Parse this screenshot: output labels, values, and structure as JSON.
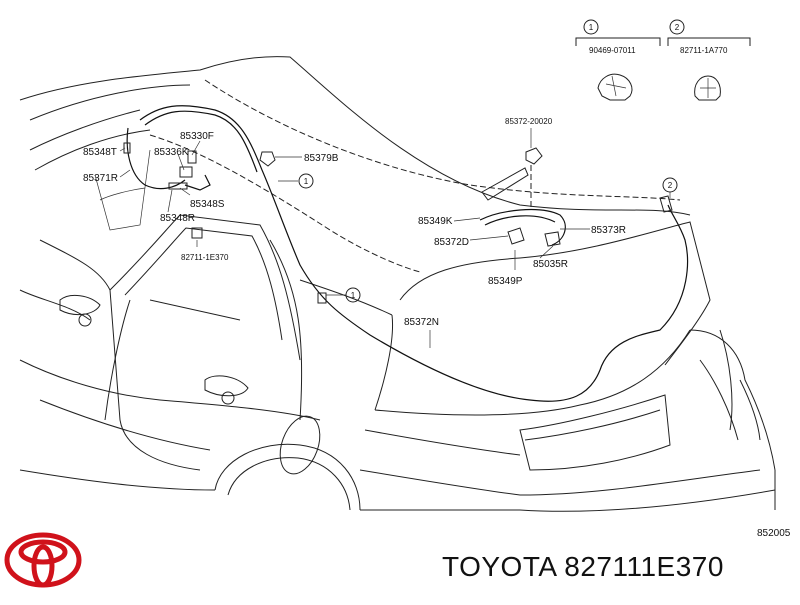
{
  "callouts": [
    {
      "num": "1",
      "part": "90469-07011"
    },
    {
      "num": "2",
      "part": "82711-1A770"
    }
  ],
  "labels": {
    "p85348t": "85348T",
    "p85336k": "85336K",
    "p85330f": "85330F",
    "p85371r": "85371R",
    "p85348s": "85348S",
    "p85348r": "85348R",
    "p82711": "82711-1E370",
    "p85379b": "85379B",
    "p85372_20020": "85372-20020",
    "p85349k": "85349K",
    "p85372d": "85372D",
    "p85373r": "85373R",
    "p85035r": "85035R",
    "p85349p": "85349P",
    "p85372n": "85372N"
  },
  "marks": {
    "one": "1",
    "two": "2"
  },
  "diagram_code": "852005",
  "brand_text": "TOYOTA 827111E370",
  "colors": {
    "logo": "#d0121b",
    "line": "#222222"
  }
}
